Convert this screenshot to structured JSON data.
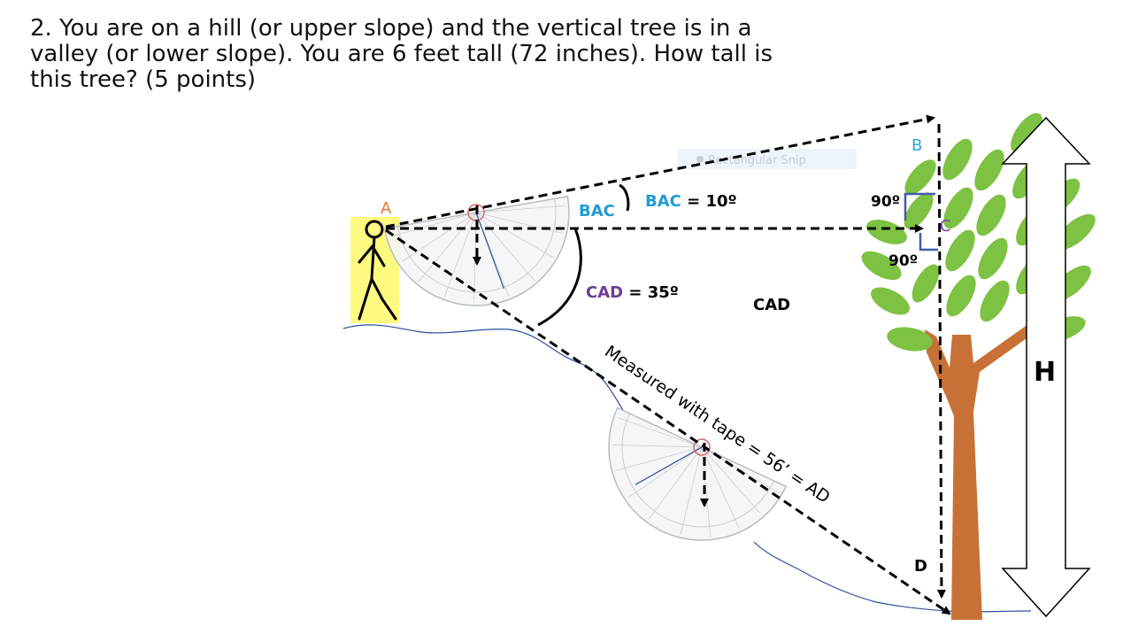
{
  "question": "2. You are on a hill (or upper slope) and the vertical tree is in a valley (or lower slope). You are 6 feet tall (72 inches). How tall is this tree? (5 points)",
  "points": {
    "A": "A",
    "B": "B",
    "C": "C",
    "D": "D"
  },
  "angles": {
    "bac_label": "BAC",
    "bac_value_prefix": "BAC",
    "bac_value_suffix": " = 10º",
    "cad_value_prefix": "CAD",
    "cad_value_suffix": " = 35º",
    "cad_label": "CAD",
    "right_angle_top": "90º",
    "right_angle_bottom": "90º"
  },
  "measure_note": "Measured with tape = 56’ = AD",
  "height_label": "H",
  "snip_text": "Rectangular Snip",
  "colors": {
    "point_a": "#e8762d",
    "point_b": "#29a8e0",
    "point_c": "#7b3fa0",
    "bac_blue": "#1f9bd7",
    "cad_purple": "#6a3d9a",
    "leaves": "#7dc242",
    "trunk": "#c87137",
    "ground": "#2b4f9e",
    "highlight": "#fffb80"
  }
}
